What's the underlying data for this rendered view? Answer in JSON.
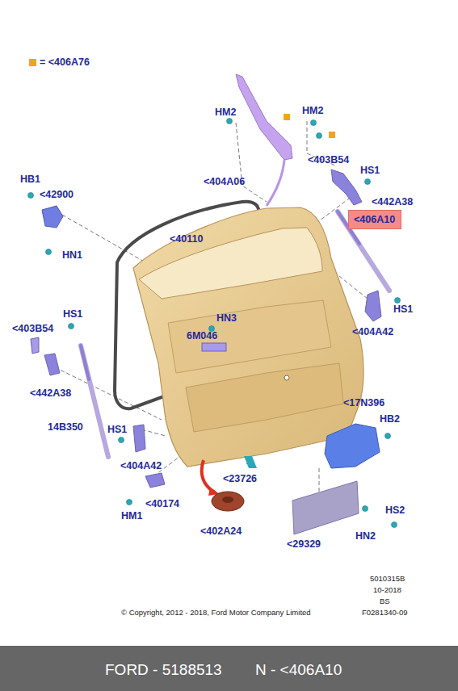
{
  "diagram": {
    "nodes": [
      {
        "text": [
          "<406A10"
        ]
      },
      {
        "text": [
          "FORD - 5188513",
          "N - <406A10"
        ]
      }
    ],
    "labels": [
      "HM2",
      "HM2",
      "<403B54",
      "HS1",
      "HB1",
      "<42900",
      "<404A06",
      "<442A38",
      "<40110",
      "HN1",
      "HS1",
      "HN3",
      "<403B54",
      "HS1",
      "6M046",
      "<404A42",
      "<442A38",
      "<17N396",
      "HB2",
      "14B350",
      "HS1",
      "<404A42",
      "<23726",
      "<40174",
      "HM1",
      "<402A24",
      "HS2",
      "HN2",
      "<29329",
      "5010315B",
      "10-2018",
      "BS",
      "F0281340-09",
      "© Copyright, 2012 - 2018, Ford Motor Company Limited"
    ],
    "legend": [
      {
        "text": "= <406A76",
        "color": "#f5a31a"
      }
    ]
  }
}
